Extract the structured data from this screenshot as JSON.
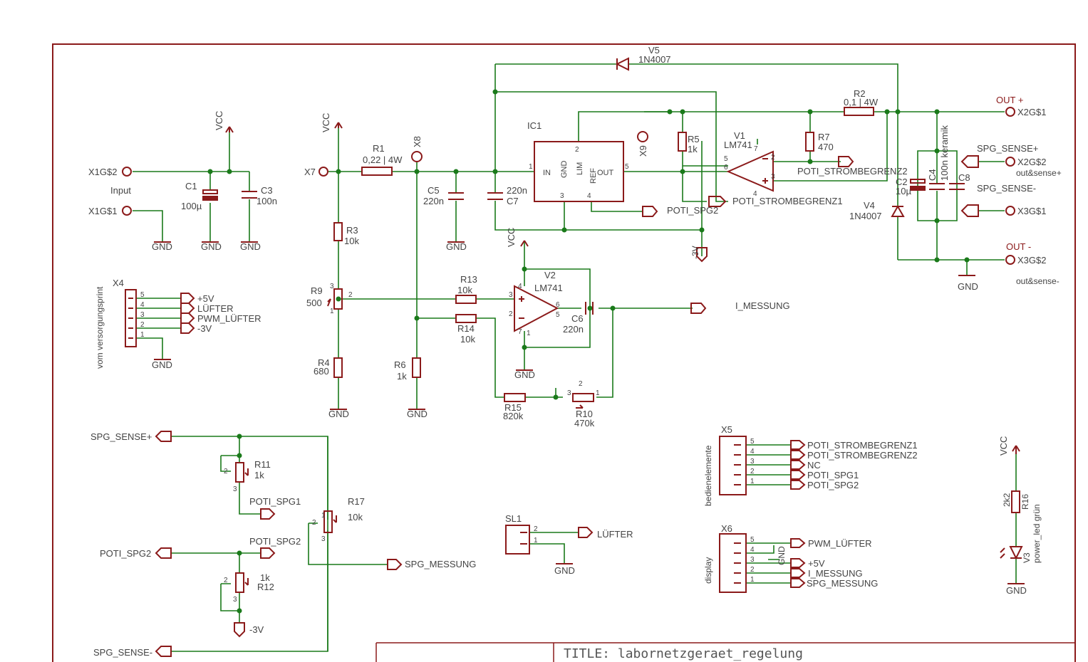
{
  "title_block": {
    "title": "TITLE: labornetzgeraet_regelung"
  },
  "labels": {
    "vcc": "VCC",
    "gnd": "GND",
    "minus3v": "-3V",
    "minus3v_h": "-3V",
    "x1g2": "X1G$2",
    "x1g1": "X1G$1",
    "input": "Input",
    "c1": "C1",
    "c1v": "100µ",
    "c3": "C3",
    "c3v": "100n",
    "x7": "X7",
    "r1": "R1",
    "r1v": "0,22 | 4W",
    "x8": "X8",
    "c5": "C5",
    "c5v": "220n",
    "c7": "C7",
    "c7v": "220n",
    "ic1": "IC1",
    "pin_in": "IN",
    "pin_gnd": "GND",
    "pin_lim": "LIM",
    "pin_out": "OUT",
    "pin_ref": "REF",
    "v5": "V5",
    "v5v": "1N4007",
    "x9": "X9",
    "r5": "R5",
    "r5v": "1k",
    "v1": "V1",
    "v1v": "LM741",
    "r7": "R7",
    "r7v": "470",
    "r2": "R2",
    "r2v": "0,1 | 4W",
    "out_plus": "OUT +",
    "x2g1": "X2G$1",
    "spg_sense_plus": "SPG_SENSE+",
    "x2g2": "X2G$2",
    "out_sense_plus": "out&sense+",
    "spg_sense_minus": "SPG_SENSE-",
    "x3g1": "X3G$1",
    "out_minus": "OUT -",
    "x3g2": "X3G$2",
    "out_sense_minus": "out&sense-",
    "c2": "C2",
    "c2v": "10µ",
    "c4": "C4",
    "c4v": "100n keramik",
    "c8": "C8",
    "v4": "V4",
    "v4v": "1N4007",
    "poti_strombegrenz2": "POTI_STROMBEGRENZ2",
    "poti_strombegrenz1": "POTI_STROMBEGRENZ1",
    "poti_spg2": "POTI_SPG2",
    "r3": "R3",
    "r3v": "10k",
    "r9": "R9",
    "r9v": "500",
    "r4": "R4",
    "r4v": "680",
    "r6": "R6",
    "r6v": "1k",
    "r13": "R13",
    "r13v": "10k",
    "r14": "R14",
    "r14v": "10k",
    "v2": "V2",
    "v2v": "LM741",
    "c6": "C6",
    "c6v": "220n",
    "i_messung": "I_MESSUNG",
    "r15": "R15",
    "r15v": "820k",
    "r10": "R10",
    "r10v": "470k",
    "x4": "X4",
    "x4_side": "vom versorgungsprint",
    "x4_p5": "+5V",
    "x4_p4": "LÜFTER",
    "x4_p3": "PWM_LÜFTER",
    "x4_p2": "-3V",
    "spg_sense_plus_l": "SPG_SENSE+",
    "r11": "R11",
    "r11v": "1k",
    "poti_spg1": "POTI_SPG1",
    "poti_spg2_l": "POTI_SPG2",
    "poti_spg2_in": "POTI_SPG2",
    "r12": "R12",
    "r12v": "1k",
    "r17": "R17",
    "r17v": "10k",
    "spg_messung": "SPG_MESSUNG",
    "spg_sense_minus_l": "SPG_SENSE-",
    "sl1": "SL1",
    "luefter": "LÜFTER",
    "x5": "X5",
    "x5_side": "bedienelemente",
    "x5_p5": "POTI_STROMBEGRENZ1",
    "x5_p4": "POTI_STROMBEGRENZ2",
    "x5_p3": "NC",
    "x5_p2": "POTI_SPG1",
    "x5_p1": "POTI_SPG2",
    "x6": "X6",
    "x6_side": "display",
    "x6_p5": "PWM_LÜFTER",
    "x6_p3": "+5V",
    "x6_p2": "I_MESSUNG",
    "x6_p1": "SPG_MESSUNG",
    "r16": "R16",
    "r16v": "2k2",
    "v3": "V3",
    "v3v": "power_led grün"
  },
  "pins": {
    "p1": "1",
    "p2": "2",
    "p3": "3",
    "p4": "4",
    "p5": "5",
    "p6": "6",
    "p7": "7"
  }
}
